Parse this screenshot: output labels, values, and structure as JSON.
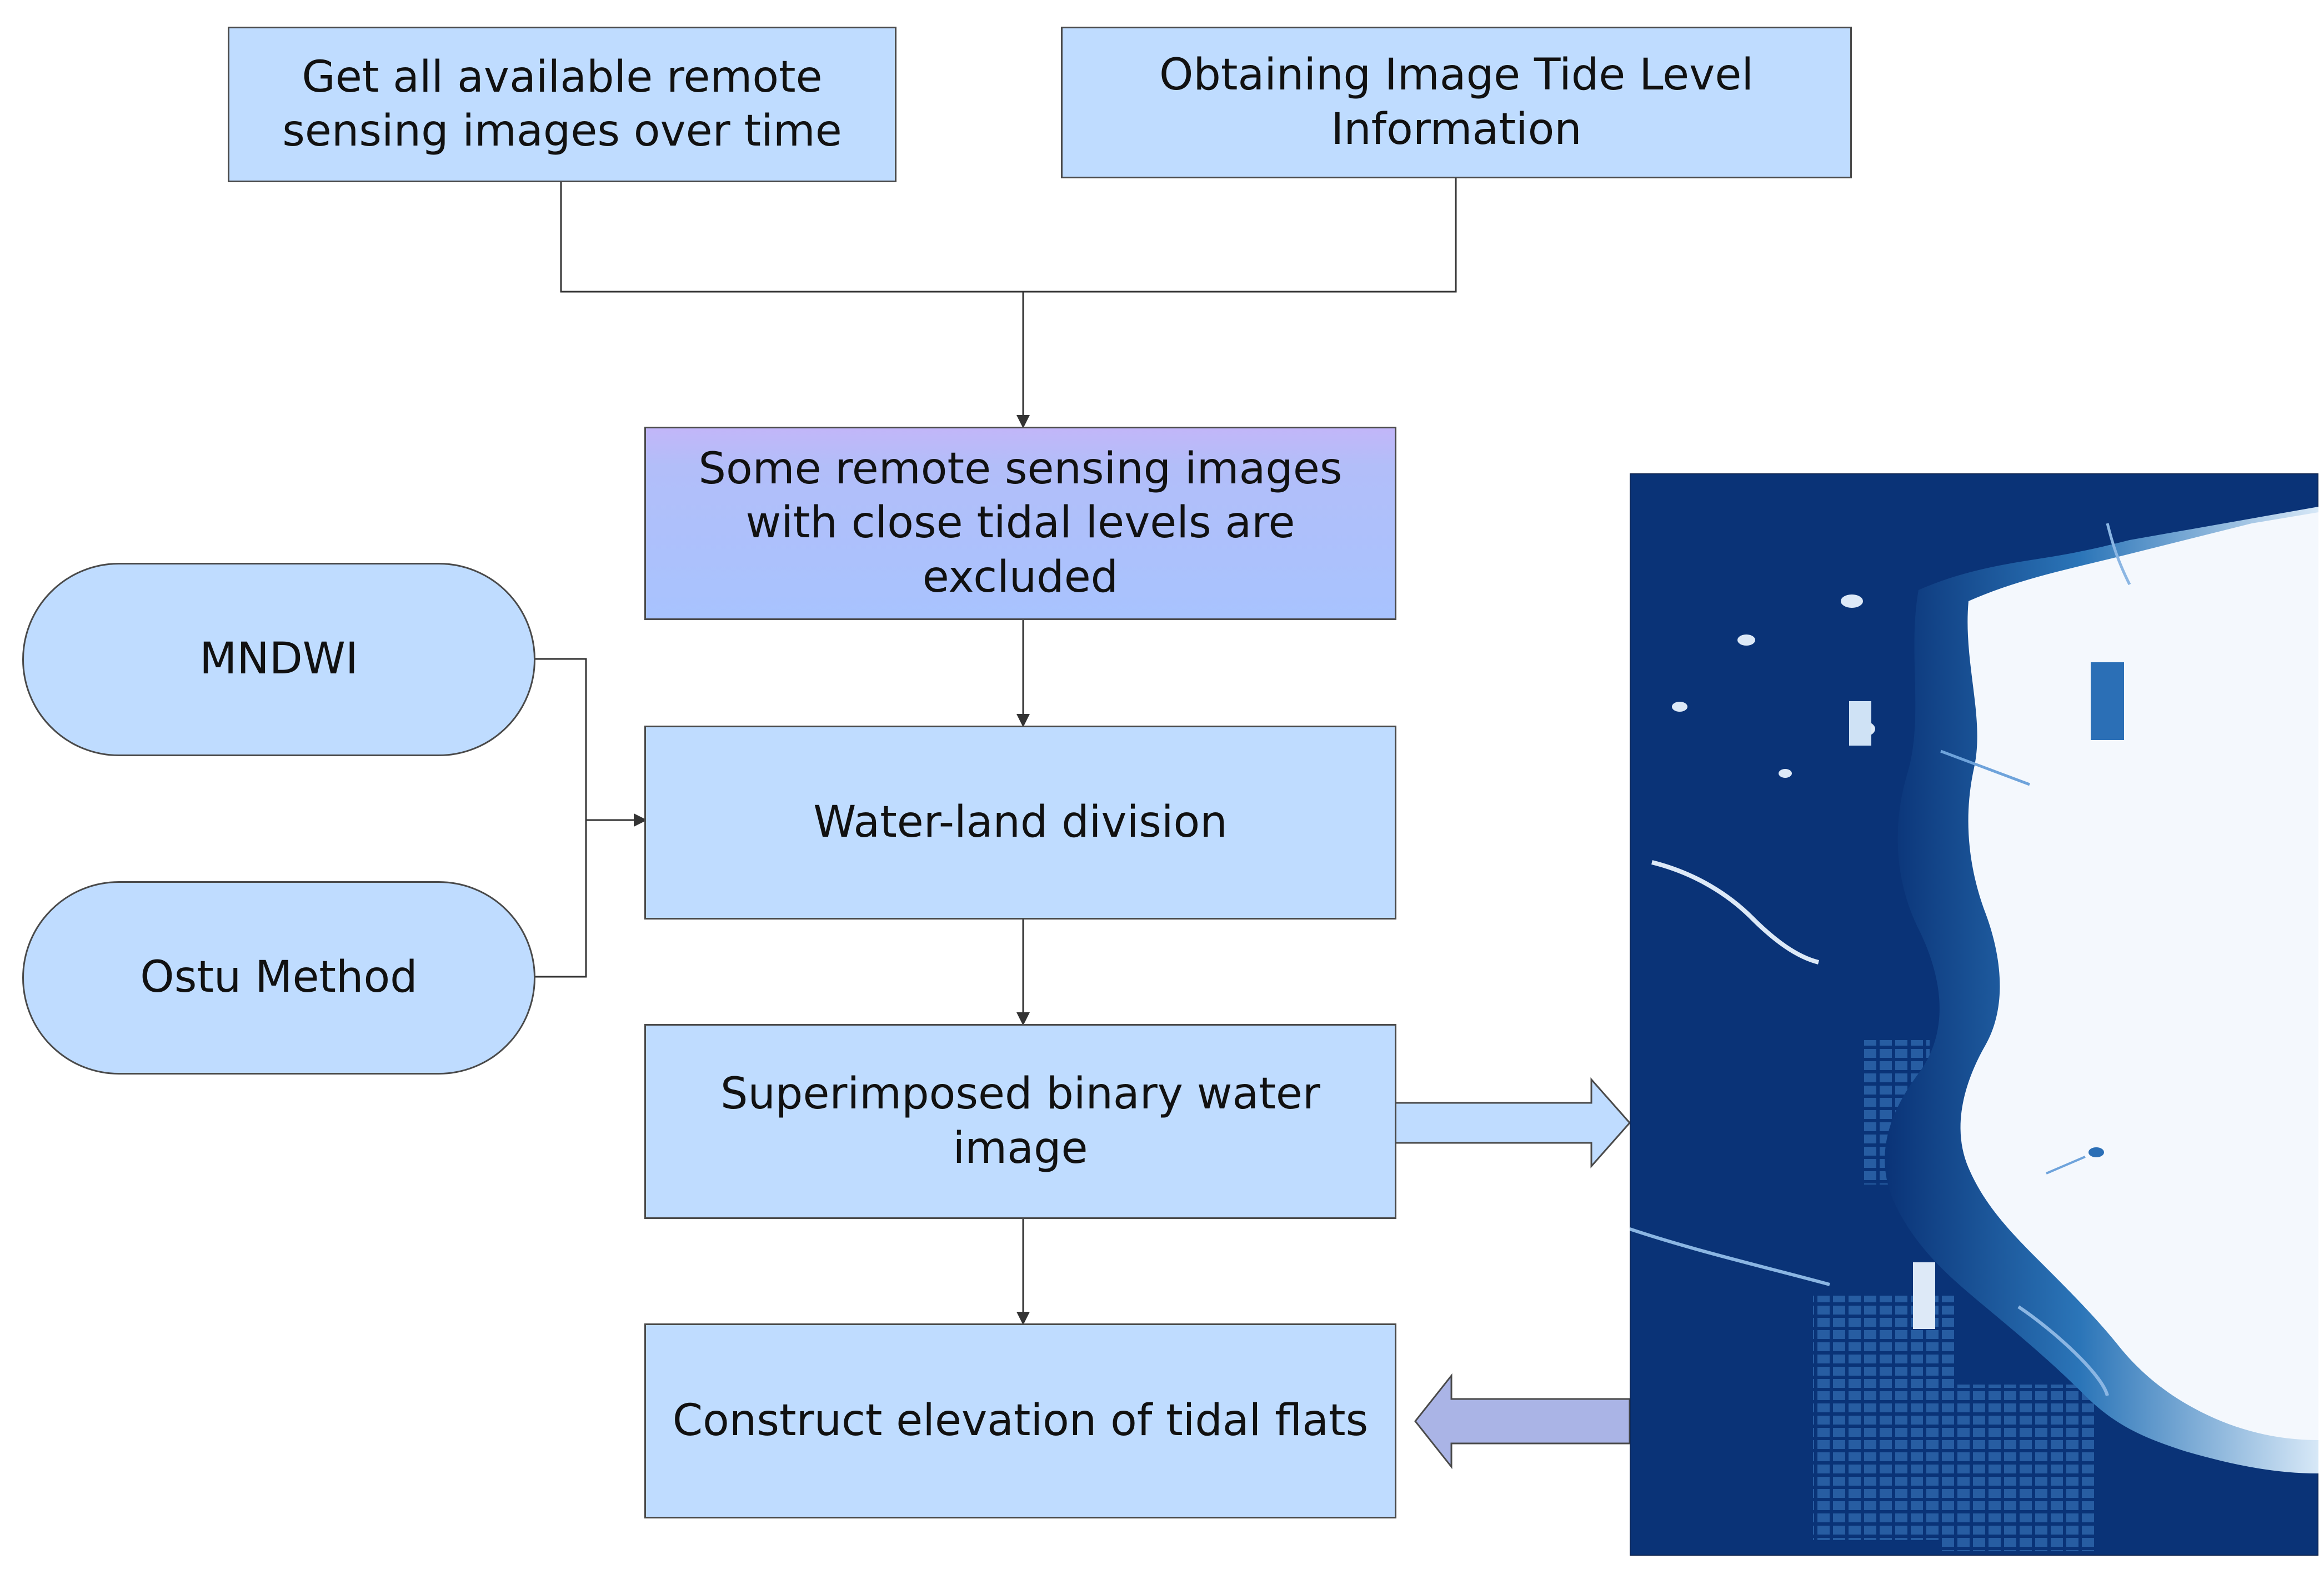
{
  "colors": {
    "box_fill": "#bfdcff",
    "highlight_fill": "#b0bffc",
    "line": "#333333",
    "block_arrow_fill": "#bfdcff",
    "block_arrow_back_fill": "#aab4e6",
    "map_land": "#0a3377",
    "map_water": "#f4f8fd"
  },
  "nodes": {
    "get_images": "Get all available remote sensing images over time",
    "tide_info": "Obtaining Image Tide Level Information",
    "exclude": "Some remote sensing images with close tidal levels are excluded",
    "mndwi": "MNDWI",
    "ostu": "Ostu Method",
    "water_land": "Water-land division",
    "superimposed": "Superimposed binary water image",
    "construct": "Construct elevation of tidal flats"
  },
  "icons": {
    "result_image": "binary-water-frequency-map"
  }
}
